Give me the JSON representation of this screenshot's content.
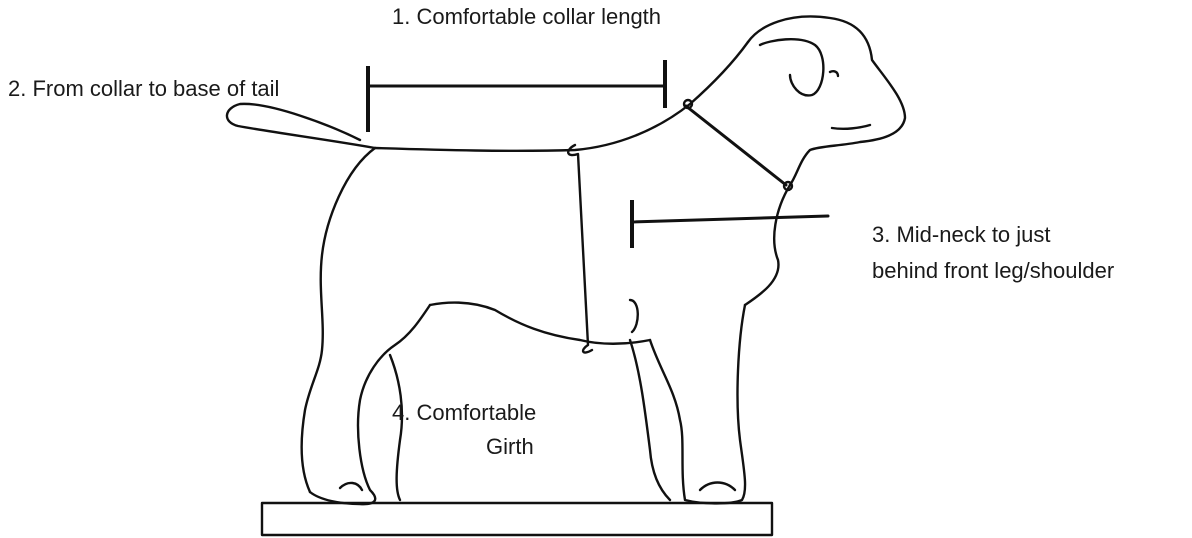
{
  "labels": {
    "collar_length": "1. Comfortable collar length",
    "collar_to_tail": "2. From collar to base of tail",
    "mid_neck_line1": "3. Mid-neck to just",
    "mid_neck_line2": "behind front leg/shoulder",
    "girth_line1": "4. Comfortable",
    "girth_line2": "Girth"
  },
  "colors": {
    "ink": "#111111",
    "background": "#ffffff"
  }
}
